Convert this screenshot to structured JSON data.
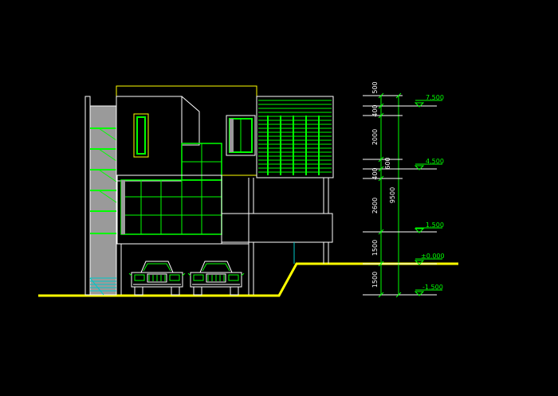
{
  "colors": {
    "background": "#000000",
    "outline": "#ffffff",
    "accent": "#ffff00",
    "glazing": "#00ff00",
    "fill_gray": "#9a9a9a",
    "stair": "#00c8c8",
    "dim": "#00ff00"
  },
  "dimensions": {
    "segments": [
      "500",
      "400",
      "2000",
      "600",
      "400",
      "2600",
      "1500",
      "1500"
    ],
    "overall": "9500"
  },
  "levels": [
    "7.500",
    "4.500",
    "1.500",
    "±0.000",
    "-1.500"
  ],
  "cars": [
    "car-left",
    "car-right"
  ]
}
